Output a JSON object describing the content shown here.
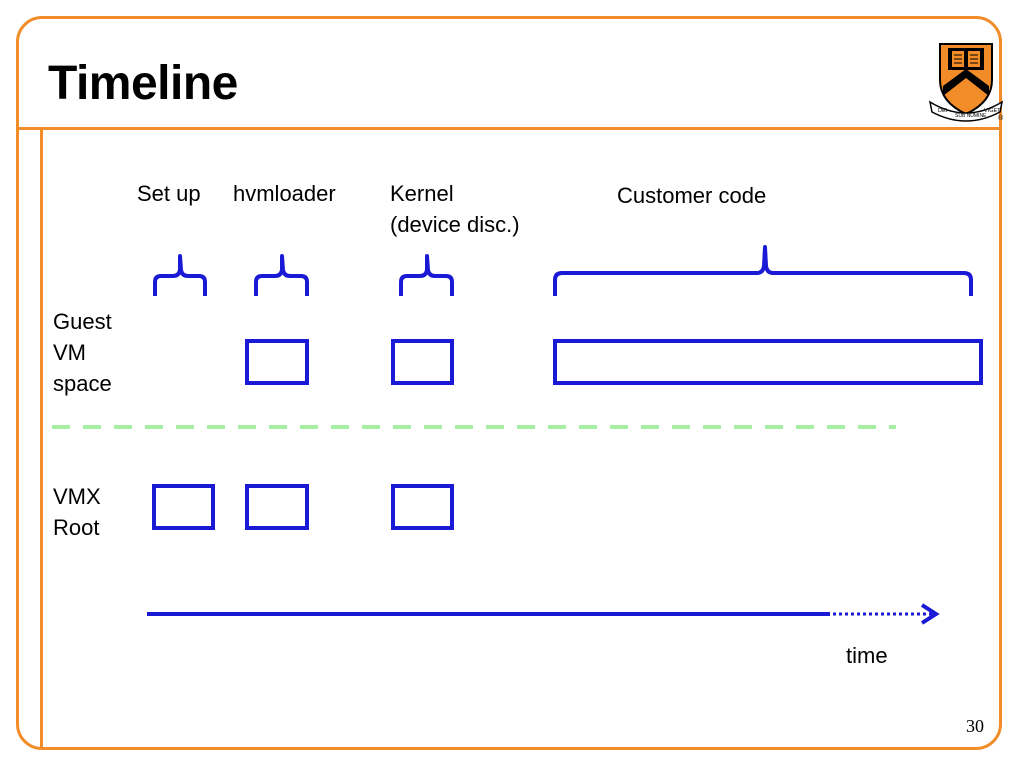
{
  "slide": {
    "title": "Timeline",
    "page_number": "30",
    "accent_color": "#f28c28"
  },
  "phases": {
    "setup": "Set up",
    "hvmloader": "hvmloader",
    "kernel_line1": "Kernel",
    "kernel_line2": "(device disc.)",
    "customer": "Customer code"
  },
  "rows": {
    "guest_line1": "Guest",
    "guest_line2": "VM",
    "guest_line3": "space",
    "vmx_line1": "VMX",
    "vmx_line2": "Root"
  },
  "axis": {
    "label": "time",
    "color": "#1a1ad6"
  },
  "separator": {
    "color": "#a6eea0"
  },
  "logo": {
    "name": "princeton-shield-icon",
    "motto_left": "DEI",
    "motto_center": "SUB NUMINE",
    "motto_right": "VIGET",
    "registered": "®"
  }
}
